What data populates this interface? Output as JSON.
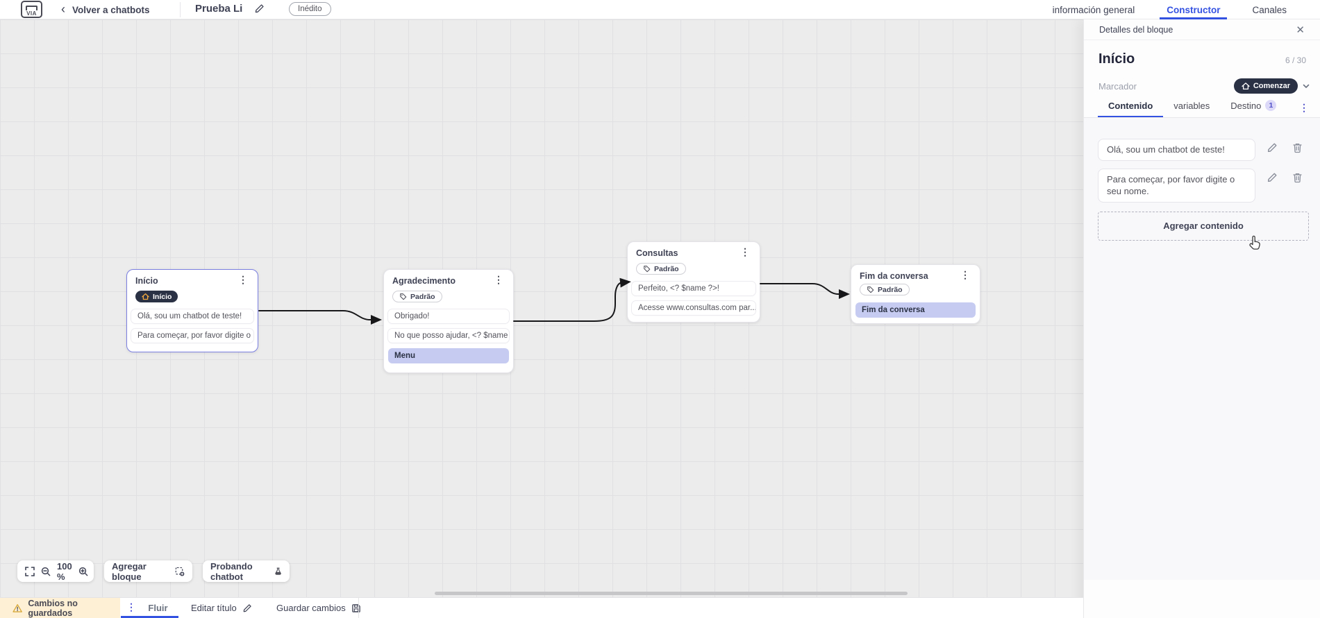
{
  "colors": {
    "accent": "#3452e1",
    "dark-pill": "#2b3144",
    "sel": "#7b7fe0",
    "hl": "#c6ccf1",
    "warn-bg": "#fdf0d5",
    "badge-bg": "#dcd9f8",
    "badge-tx": "#5050c8"
  },
  "header": {
    "logo_text": "VIA",
    "back_label": "Volver a chatbots",
    "title": "Prueba Li",
    "status_badge": "Inédito",
    "tabs": [
      {
        "label": "información general"
      },
      {
        "label": "Constructor"
      },
      {
        "label": "Canales"
      }
    ]
  },
  "canvas": {
    "zoom_level": "100 %",
    "toolbar": {
      "add_block": "Agregar bloque",
      "test_chatbot": "Probando chatbot"
    },
    "nodes": [
      {
        "title": "Início",
        "badge": "Início",
        "rows": [
          {
            "text": "Olá, sou um chatbot de teste!"
          },
          {
            "text": "Para começar, por favor digite o ..."
          }
        ]
      },
      {
        "title": "Agradecimento",
        "badge": "Padrão",
        "rows": [
          {
            "text": "Obrigado!"
          },
          {
            "text": "No que posso ajudar, <? $name ..."
          },
          {
            "text": "Menu"
          }
        ]
      },
      {
        "title": "Consultas",
        "badge": "Padrão",
        "rows": [
          {
            "text": "Perfeito, <? $name ?>!"
          },
          {
            "text": "Acesse www.consultas.com par..."
          }
        ]
      },
      {
        "title": "Fim da conversa",
        "badge": "Padrão",
        "rows": [
          {
            "text": "Fim da conversa"
          }
        ]
      }
    ]
  },
  "panel": {
    "header": "Detalles del bloque",
    "block_name": "Início",
    "char_count": "6 / 30",
    "marker_label": "Marcador",
    "marker_value": "Comenzar",
    "tabs": [
      {
        "label": "Contenido"
      },
      {
        "label": "variables"
      },
      {
        "label": "Destino",
        "badge": "1"
      }
    ],
    "contents": [
      "Olá, sou um chatbot de teste!",
      "Para começar, por favor digite o seu nome."
    ],
    "add_content_label": "Agregar contenido"
  },
  "footer": {
    "unsaved": "Cambios no guardados",
    "flow_tab": "Fluir",
    "edit_title": "Editar título",
    "save": "Guardar cambios"
  }
}
